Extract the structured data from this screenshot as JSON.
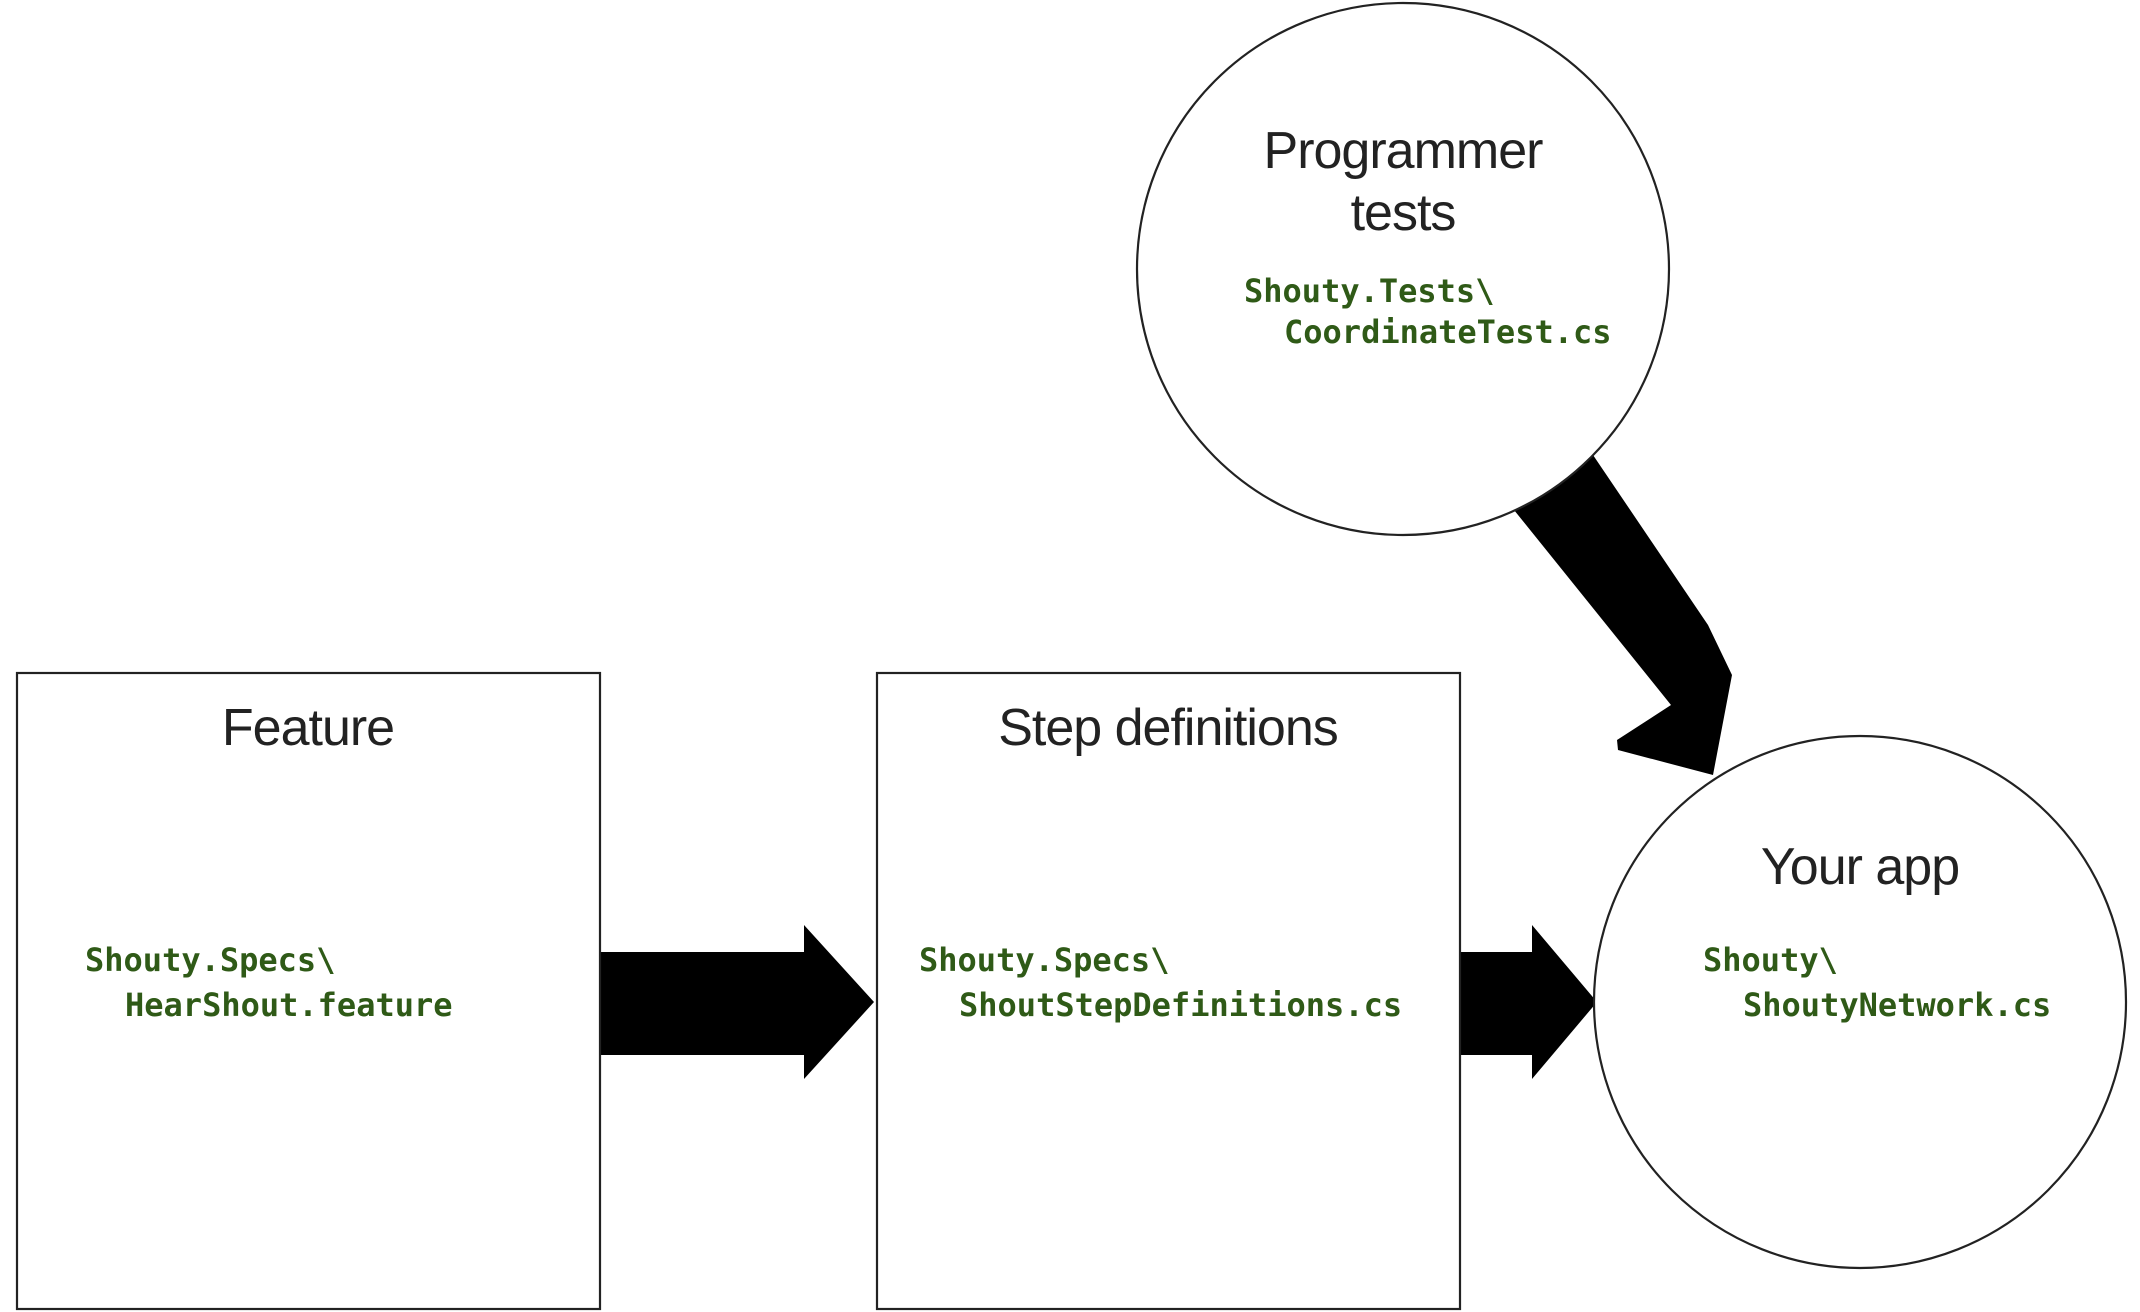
{
  "colors": {
    "outline": "#222222",
    "arrow": "#000000",
    "code_text": "#2f5a17",
    "background": "#ffffff"
  },
  "nodes": {
    "feature": {
      "title": "Feature",
      "path_line1": "Shouty.Specs\\",
      "path_line2": "HearShout.feature"
    },
    "step_definitions": {
      "title": "Step definitions",
      "path_line1": "Shouty.Specs\\",
      "path_line2": "ShoutStepDefinitions.cs"
    },
    "programmer_tests": {
      "title_line1": "Programmer",
      "title_line2": "tests",
      "path_line1": "Shouty.Tests\\",
      "path_line2": "CoordinateTest.cs"
    },
    "your_app": {
      "title": "Your app",
      "path_line1": "Shouty\\",
      "path_line2": "ShoutyNetwork.cs"
    }
  },
  "edges": [
    {
      "from": "feature",
      "to": "step_definitions"
    },
    {
      "from": "step_definitions",
      "to": "your_app"
    },
    {
      "from": "programmer_tests",
      "to": "your_app"
    }
  ]
}
